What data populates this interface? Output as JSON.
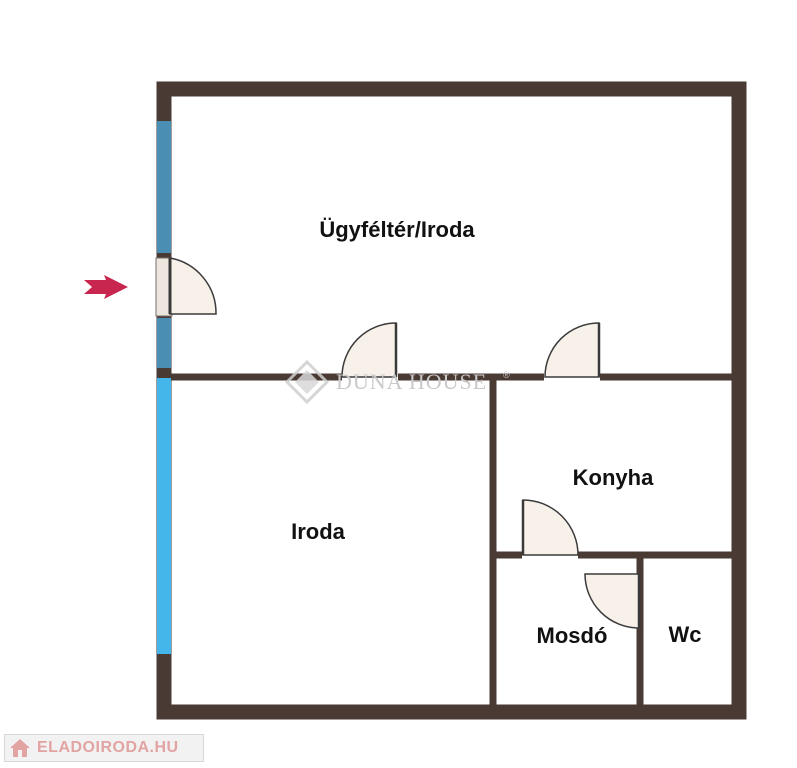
{
  "rooms": {
    "reception": "Ügyféltér/Iroda",
    "office": "Iroda",
    "kitchen": "Konyha",
    "washroom": "Mosdó",
    "toilet": "Wc"
  },
  "watermark": {
    "text": "DUNA HOUSE",
    "registered": "®"
  },
  "footer": {
    "site": "ELADOIRODA.HU"
  },
  "colors": {
    "wall": "#4a3a34",
    "window_dark": "#4a8fb3",
    "window_light": "#45b6ea",
    "door_fill": "#f7f1ea",
    "entrance_arrow": "#c8254f",
    "label": "#111111"
  },
  "icons": {
    "entrance": "arrow-right-icon",
    "footer": "house-icon",
    "watermark": "diamond-logo-icon"
  }
}
